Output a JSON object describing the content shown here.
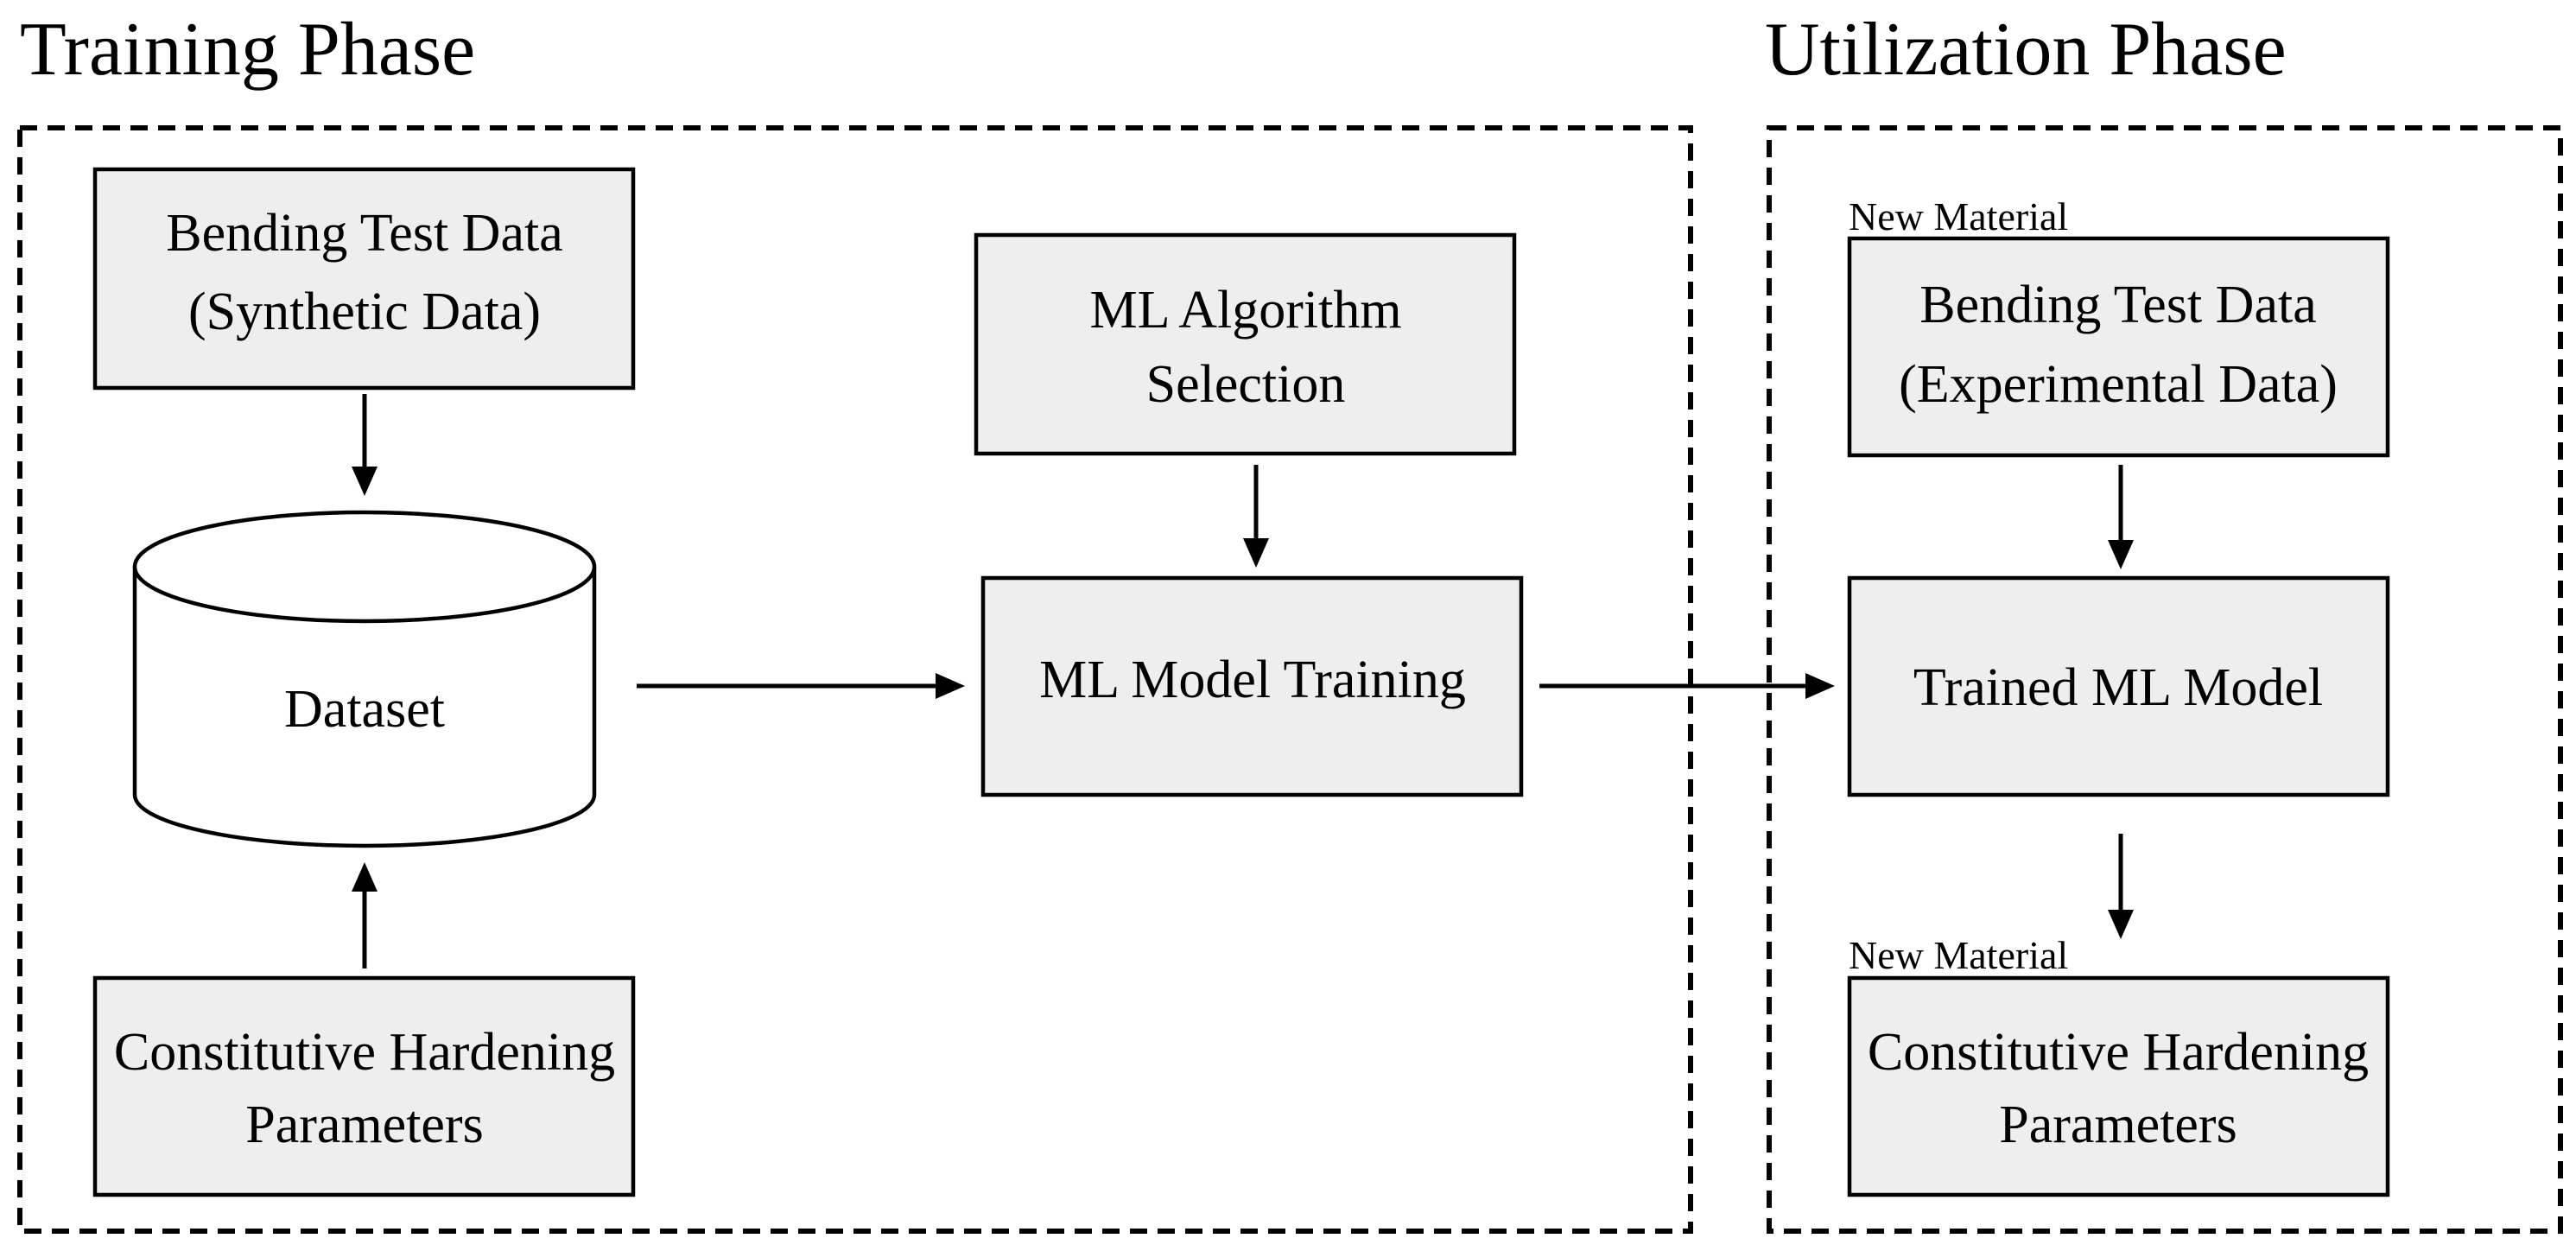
{
  "training_phase": {
    "title": "Training Phase",
    "synthetic_data_box": {
      "line1": "Bending Test Data",
      "line2": "(Synthetic Data)"
    },
    "dataset": {
      "label": "Dataset"
    },
    "parameters_box": {
      "line1": "Constitutive Hardening",
      "line2": "Parameters"
    },
    "algorithm_box": {
      "line1": "ML Algorithm",
      "line2": "Selection"
    },
    "training_box": {
      "label": "ML Model Training"
    }
  },
  "utilization_phase": {
    "title": "Utilization Phase",
    "experimental_label": "New Material",
    "experimental_data_box": {
      "line1": "Bending Test Data",
      "line2": "(Experimental Data)"
    },
    "trained_model_box": {
      "label": "Trained ML Model"
    },
    "parameters_label": "New Material",
    "parameters_box": {
      "line1": "Constitutive Hardening",
      "line2": "Parameters"
    }
  },
  "colors": {
    "box_fill": "#eeeeee",
    "stroke": "#000000",
    "background": "#ffffff"
  }
}
